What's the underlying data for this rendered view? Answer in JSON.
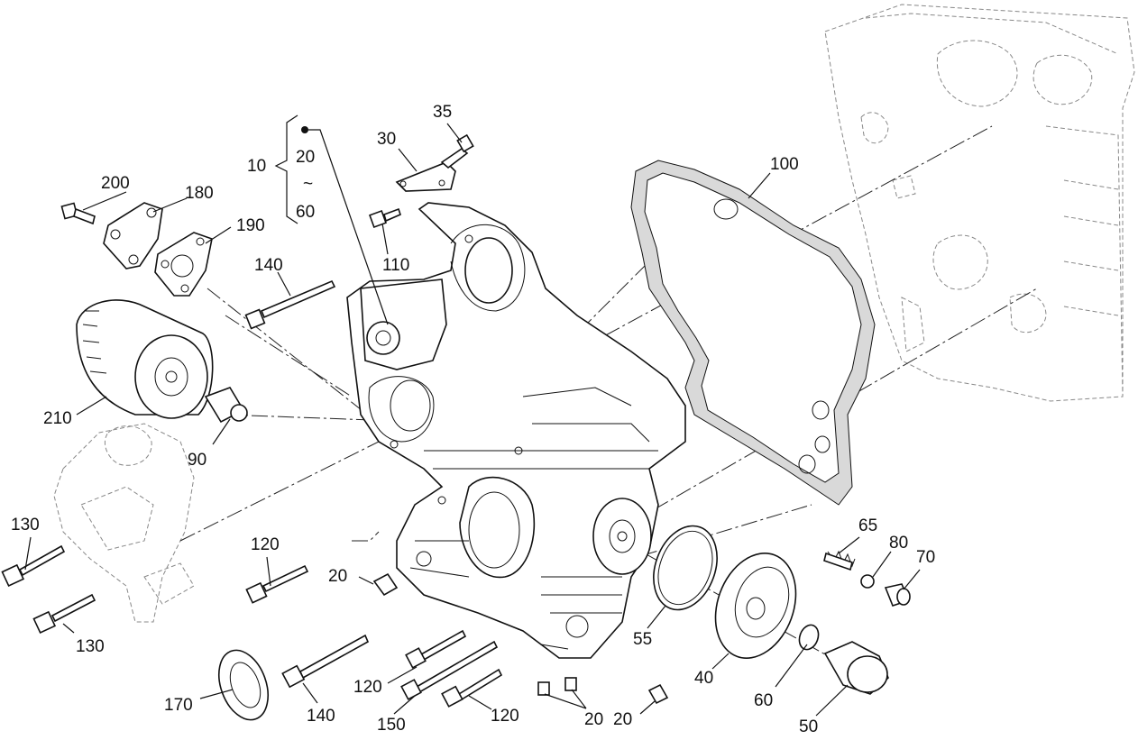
{
  "callouts": {
    "c10": "10",
    "c20_range_start": "20",
    "c_tilde": "~",
    "c60_range_end": "60",
    "c30": "30",
    "c35": "35",
    "c100": "100",
    "c200": "200",
    "c180": "180",
    "c190": "190",
    "c140_top": "140",
    "c110": "110",
    "c210": "210",
    "c90": "90",
    "c130_a": "130",
    "c130_b": "130",
    "c120_left": "120",
    "c20_left": "20",
    "c65": "65",
    "c80": "80",
    "c70": "70",
    "c55": "55",
    "c40": "40",
    "c60": "60",
    "c50": "50",
    "c170": "170",
    "c140_bottom": "140",
    "c120_mid": "120",
    "c150": "150",
    "c120_bottom": "120",
    "c20_bottom_pair": "20",
    "c20_bottom_right": "20"
  },
  "colors": {
    "ink": "#111111",
    "ghost": "#8a8a8a",
    "background": "#ffffff"
  }
}
